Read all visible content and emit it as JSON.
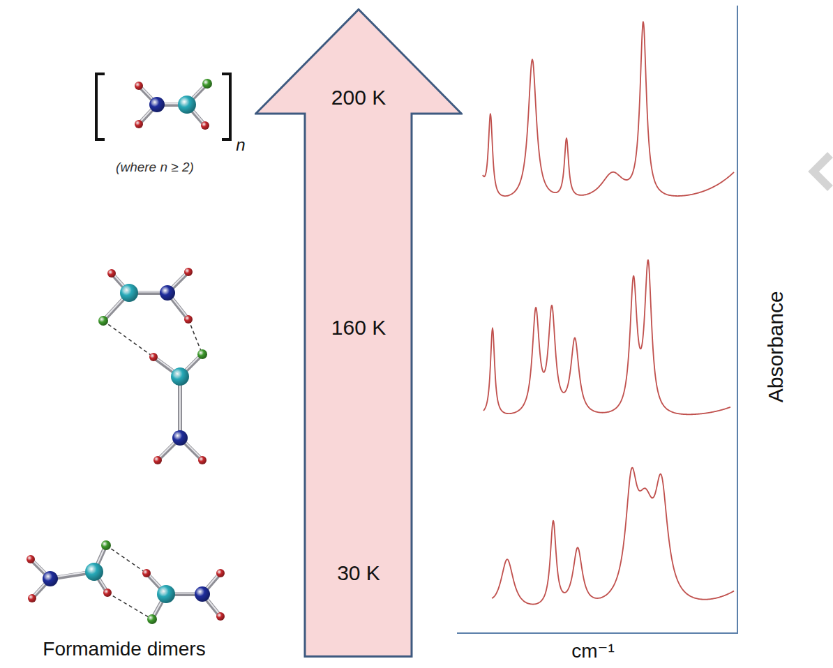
{
  "diagram": {
    "nodes": [
      {
        "text": [
          "200 K",
          "160 K",
          "30 K"
        ]
      }
    ],
    "labels": [
      "n",
      "(where n ≥ 2)",
      "Formamide dimers",
      "Absorbance",
      "cm⁻¹"
    ]
  }
}
